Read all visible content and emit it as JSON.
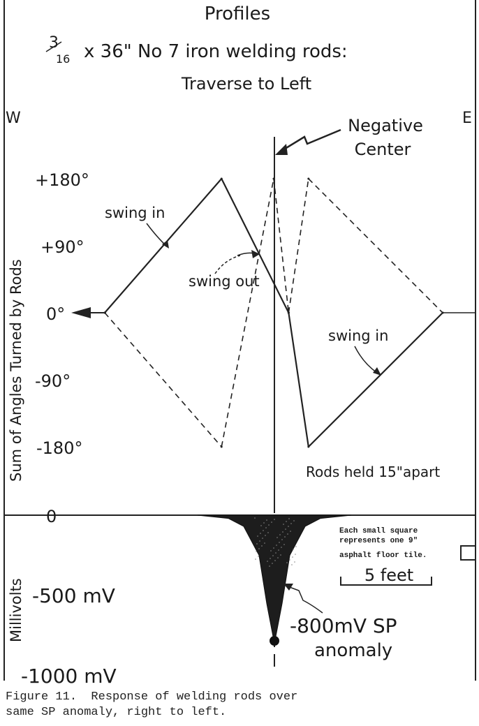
{
  "figure": {
    "title": "Profiles",
    "subtitle_line1_fraction_num": "3",
    "subtitle_line1_fraction_den": "16",
    "subtitle_line1_rest": "x 36\" No 7 iron welding rods:",
    "subtitle_line2": "Traverse to Left",
    "west_label": "W",
    "east_label": "E",
    "negative_center_line1": "Negative",
    "negative_center_line2": "Center",
    "top_y_axis_label": "Sum of Angles Turned by Rods",
    "bottom_y_axis_label": "Millivolts",
    "annotations": {
      "swing_in_left": "swing in",
      "swing_out": "swing out",
      "swing_in_right": "swing in",
      "rods_spacing": "Rods held 15\"apart",
      "tile_note_line1": "Each small square",
      "tile_note_line2": "represents one 9\"",
      "tile_note_line3": "asphalt floor tile.",
      "scale_bar": "5 feet",
      "anomaly_line1": "-800mV SP",
      "anomaly_line2": "anomaly"
    },
    "caption_line1": "Figure 11.  Response of welding rods over",
    "caption_line2": "same SP anomaly, right to left."
  },
  "chart_data": [
    {
      "type": "line",
      "ylabel": "Sum of Angles Turned by Rods",
      "y_tick_labels": [
        "+180°",
        "+90°",
        "0°",
        "-90°",
        "-180°"
      ],
      "ylim": [
        -180,
        180
      ],
      "series": [
        {
          "name": "swing in / swing out (solid)",
          "x": [
            0,
            4.7,
            7.4,
            8.2,
            13.6
          ],
          "y": [
            0,
            180,
            0,
            -180,
            0
          ]
        },
        {
          "name": "dashed",
          "x": [
            0,
            4.7,
            6.8,
            7.4,
            7.4,
            8.2,
            13.6
          ],
          "y": [
            0,
            -180,
            180,
            0,
            0,
            180,
            0
          ]
        }
      ]
    },
    {
      "type": "area",
      "ylabel": "Millivolts",
      "y_tick_labels": [
        "0",
        "-500 mV",
        "-1000 mV"
      ],
      "ylim": [
        -1000,
        0
      ],
      "x": [
        -5,
        -3,
        -2,
        -1,
        -0.5,
        0,
        0.5,
        1,
        2,
        3,
        5
      ],
      "y": [
        0,
        -20,
        -70,
        -250,
        -550,
        -800,
        -550,
        -250,
        -70,
        -20,
        0
      ],
      "min_value": -800
    }
  ]
}
